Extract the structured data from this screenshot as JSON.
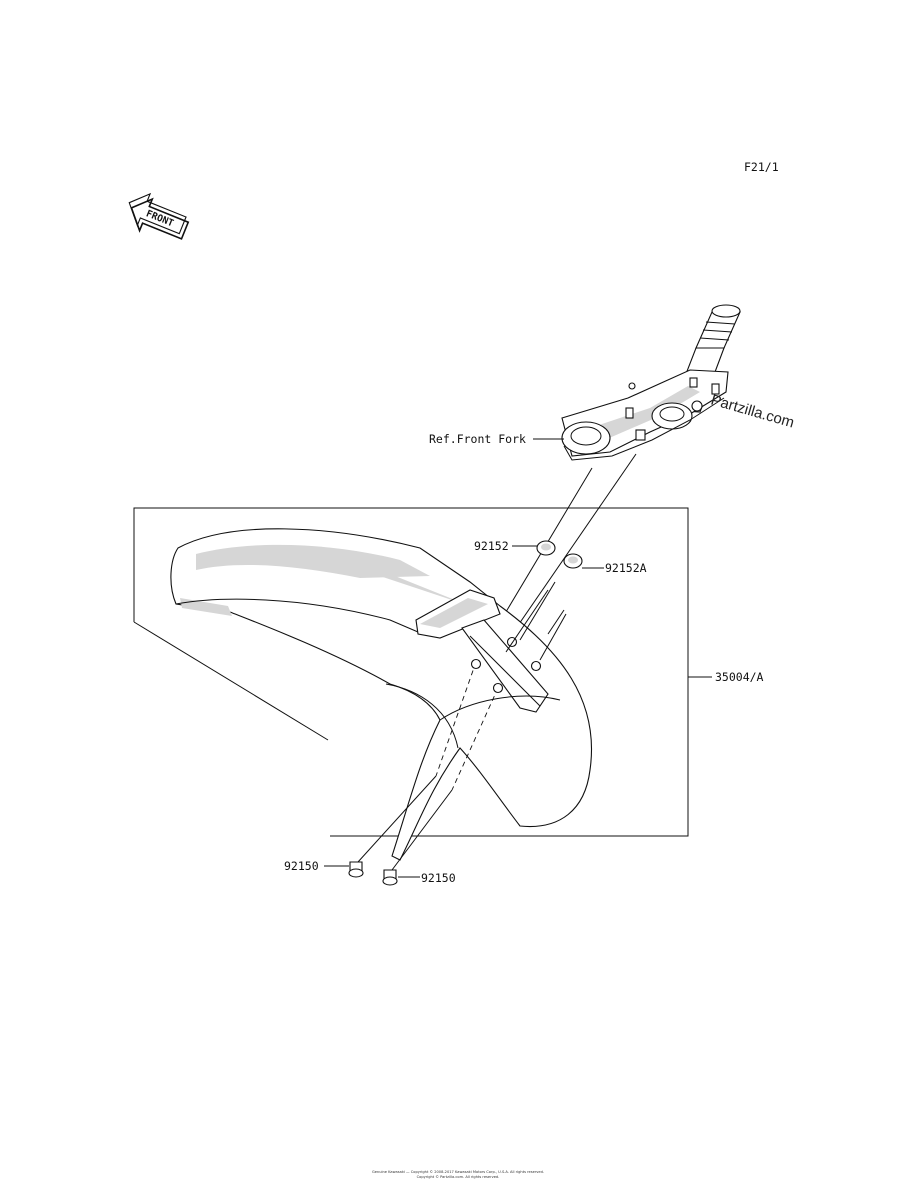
{
  "page": {
    "figure_id": "F21/1",
    "front_badge": "FRONT",
    "watermark": "Partzilla.com",
    "footer": [
      "Genuine Kawasaki — Copyright © 2008-2017 Kawasaki Motors Corp., U.S.A. All rights reserved.",
      "Copyright © Partzilla.com. All rights reserved."
    ]
  },
  "callouts": {
    "ref_front_fork": "Ref.Front Fork",
    "p92152": "92152",
    "p92152a": "92152A",
    "p35004a": "35004/A",
    "p92150_left": "92150",
    "p92150_right": "92150"
  },
  "icons": {
    "front_arrow": "front-direction-arrow-icon"
  }
}
